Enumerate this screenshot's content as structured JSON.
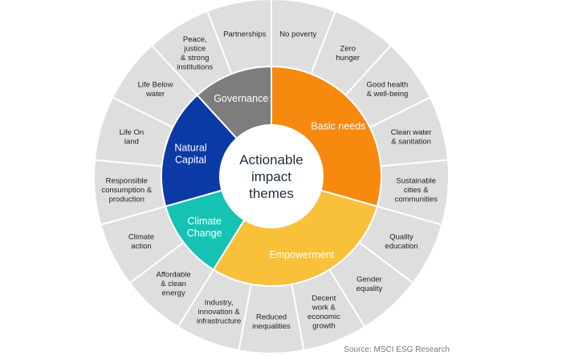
{
  "center_label": [
    "Actionable",
    "impact",
    "themes"
  ],
  "colors": {
    "outer_fill": "#dedede",
    "outer_stroke": "#ffffff",
    "outer_text": "#1f1f1f",
    "inner_text": "#ffffff",
    "center_fill": "#ffffff",
    "center_text": "#1f2d3d"
  },
  "themes": [
    {
      "label": [
        "Basic needs"
      ],
      "color": "#f7890f"
    },
    {
      "label": [
        "Empowerment"
      ],
      "color": "#f9c03a"
    },
    {
      "label": [
        "Climate",
        "Change"
      ],
      "color": "#15c2b3"
    },
    {
      "label": [
        "Natural",
        "Capital"
      ],
      "color": "#0b3aa6"
    },
    {
      "label": [
        "Governance"
      ],
      "color": "#7d7d7d"
    }
  ],
  "sdgs": [
    {
      "label": [
        "No poverty"
      ],
      "theme": 0
    },
    {
      "label": [
        "Zero",
        "hunger"
      ],
      "theme": 0
    },
    {
      "label": [
        "Good health",
        "& well-being"
      ],
      "theme": 0
    },
    {
      "label": [
        "Clean water",
        "& sanitation"
      ],
      "theme": 0
    },
    {
      "label": [
        "Sustainable",
        "cities &",
        "communities"
      ],
      "theme": 0
    },
    {
      "label": [
        "Quality",
        "education"
      ],
      "theme": 1
    },
    {
      "label": [
        "Gender",
        "equality"
      ],
      "theme": 1
    },
    {
      "label": [
        "Decent",
        "work &",
        "economic",
        "growth"
      ],
      "theme": 1
    },
    {
      "label": [
        "Reduced",
        "inequalities"
      ],
      "theme": 1
    },
    {
      "label": [
        "Industry,",
        "innovation &",
        "infrastructure"
      ],
      "theme": 1
    },
    {
      "label": [
        "Affordable",
        "& clean",
        "energy"
      ],
      "theme": 2
    },
    {
      "label": [
        "Climate",
        "action"
      ],
      "theme": 2
    },
    {
      "label": [
        "Responsible",
        "consumption &",
        "production"
      ],
      "theme": 3
    },
    {
      "label": [
        "Life On",
        "land"
      ],
      "theme": 3
    },
    {
      "label": [
        "Life Below",
        "water"
      ],
      "theme": 3
    },
    {
      "label": [
        "Peace,",
        "justice",
        "& strong",
        "institutions"
      ],
      "theme": 4
    },
    {
      "label": [
        "Partnerships"
      ],
      "theme": 4
    }
  ],
  "source": "Source: MSCI ESG Research"
}
